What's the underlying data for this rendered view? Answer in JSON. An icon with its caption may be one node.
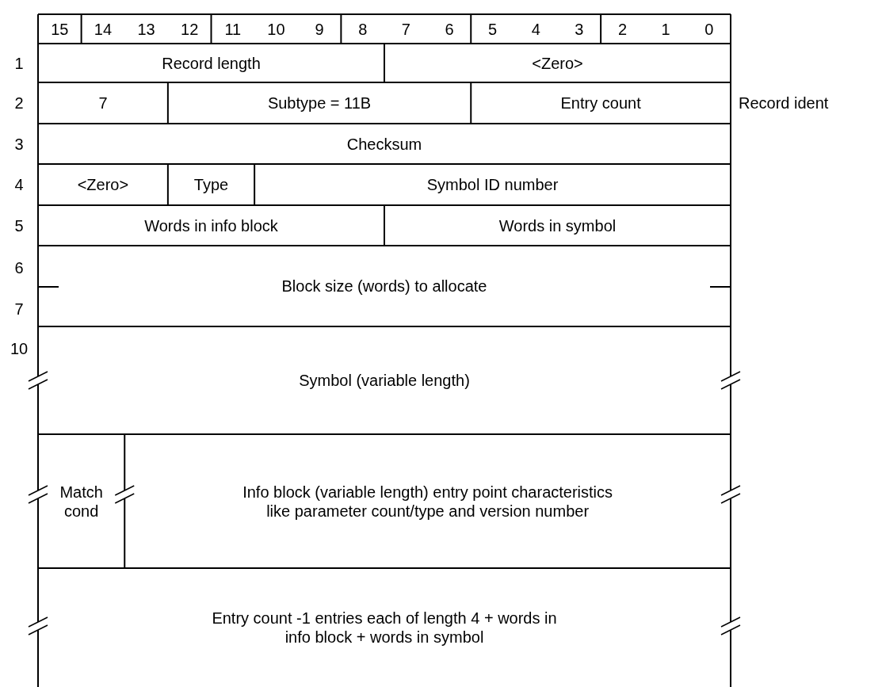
{
  "diagram": {
    "labels": [
      "15",
      "14",
      "13",
      "12",
      "11",
      "10",
      "9",
      "8",
      "7",
      "6",
      "5",
      "4",
      "3",
      "2",
      "1",
      "0",
      "1",
      "Record length",
      "<Zero>",
      "2",
      "7",
      "Subtype = 11B",
      "Entry count",
      "Record ident",
      "3",
      "Checksum",
      "4",
      "<Zero>",
      "Type",
      "Symbol ID number",
      "5",
      "Words in info block",
      "Words in symbol",
      "6",
      "Block size (words) to allocate",
      "7",
      "10",
      "Symbol (variable length)",
      "Match cond",
      "Info block (variable length) entry point characteristics like parameter count/type and version number",
      "Entry count -1 entries each of length 4 + words in info block + words in symbol"
    ]
  }
}
